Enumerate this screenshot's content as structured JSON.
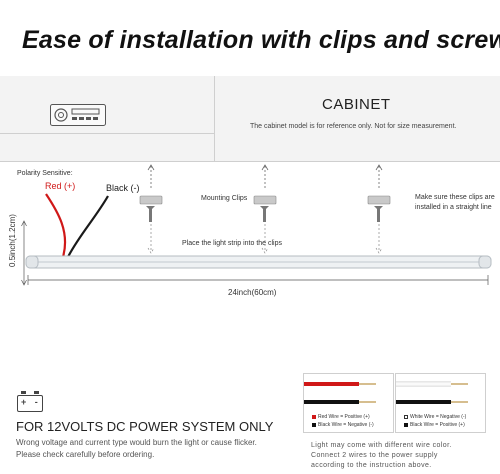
{
  "header": {
    "title": "Ease of installation with clips and screws"
  },
  "cabinet": {
    "title": "CABINET",
    "note": "The cabinet model is for reference only. Not for size measurement."
  },
  "diagram": {
    "polarity": "Polarity Sensitive:",
    "red_label": "Red (+)",
    "black_label": "Black (-)",
    "mounting_clips": "Mounting Clips",
    "straight_line_note": "Make sure these clips are installed in a straight line",
    "place_strip": "Place the light strip into the clips",
    "width": "0.5inch(1.2cm)",
    "length": "24inch(60cm)"
  },
  "power": {
    "battery_symbol": "+ -",
    "title": "FOR 12VOLTS DC POWER SYSTEM ONLY",
    "warning_line1": "Wrong voltage and current type would burn the light or cause flicker.",
    "warning_line2": "Please check carefully before ordering."
  },
  "wire_options": [
    {
      "line1": "Red Wire = Positive (+)",
      "line2": "Black Wire = Negative (-)",
      "color1": "#d01818",
      "color2": "#111111"
    },
    {
      "line1": "White Wire = Negative (-)",
      "line2": "Black Wire = Positive (+)",
      "color1": "#ffffff",
      "color2": "#111111"
    }
  ],
  "wire_note": {
    "line1": "Light may come with different wire color.",
    "line2": "Connect 2 wires to the power supply",
    "line3": "according to the instruction above."
  },
  "colors": {
    "red_wire": "#d01818",
    "black_wire": "#1a1a1a",
    "panel_bg": "#f3f3f3"
  }
}
